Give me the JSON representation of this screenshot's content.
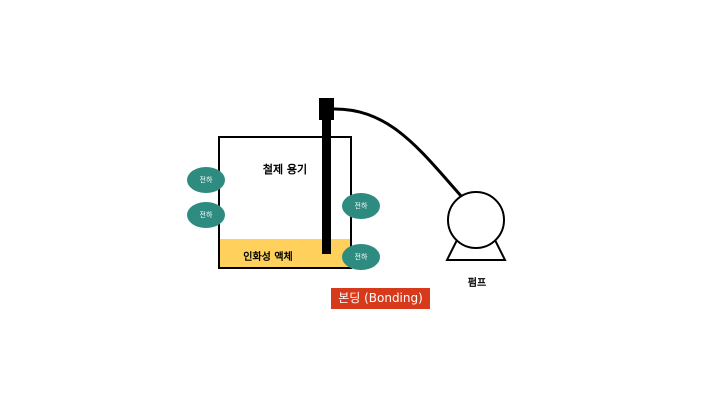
{
  "diagram": {
    "container_label": "철제 용기",
    "liquid_label": "인화성 액체",
    "pump_label": "펌프",
    "bonding_label": "본딩 (Bonding)",
    "charges": [
      "전하",
      "전하",
      "전하",
      "전하"
    ],
    "colors": {
      "liquid": "#ffd15c",
      "charge": "#2e8b7f",
      "bonding": "#d63a1a",
      "outline": "#000000"
    }
  }
}
